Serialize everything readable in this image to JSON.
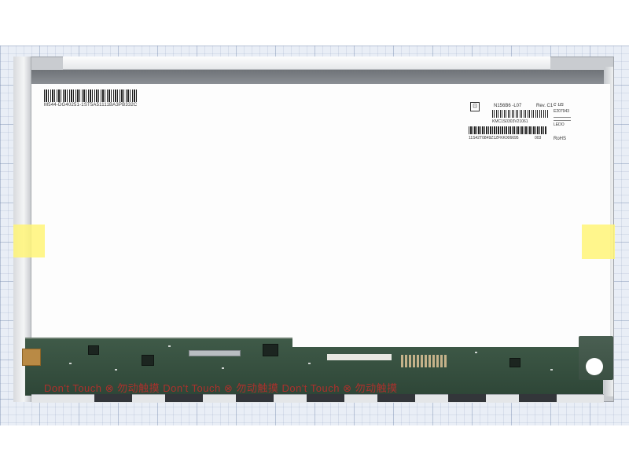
{
  "panel": {
    "top_barcode_text": "M544-DG40251-1ST5A51111BA3PB332C",
    "model": "N156B6 -L07",
    "revision": "Rev. C1",
    "serial_line1": "KMC1S0303V21061",
    "serial_line2": "11S42T0849Z1ZFKK006695",
    "serial_code": "003",
    "ul_mark": "c us",
    "ul_number": "E207943",
    "brand": "LEDO",
    "rohs": "RoHS",
    "chip_icon_glyph": "⊡"
  },
  "pcb": {
    "warning_text": "Don't Touch  ⊗  勿动触摸  Don't Touch  ⊗  勿动触摸  Don't Touch  ⊗  勿动触摸",
    "colors": {
      "board": "#2e4637",
      "warning_red": "#d72828",
      "tape_yellow": "#fff578"
    }
  }
}
